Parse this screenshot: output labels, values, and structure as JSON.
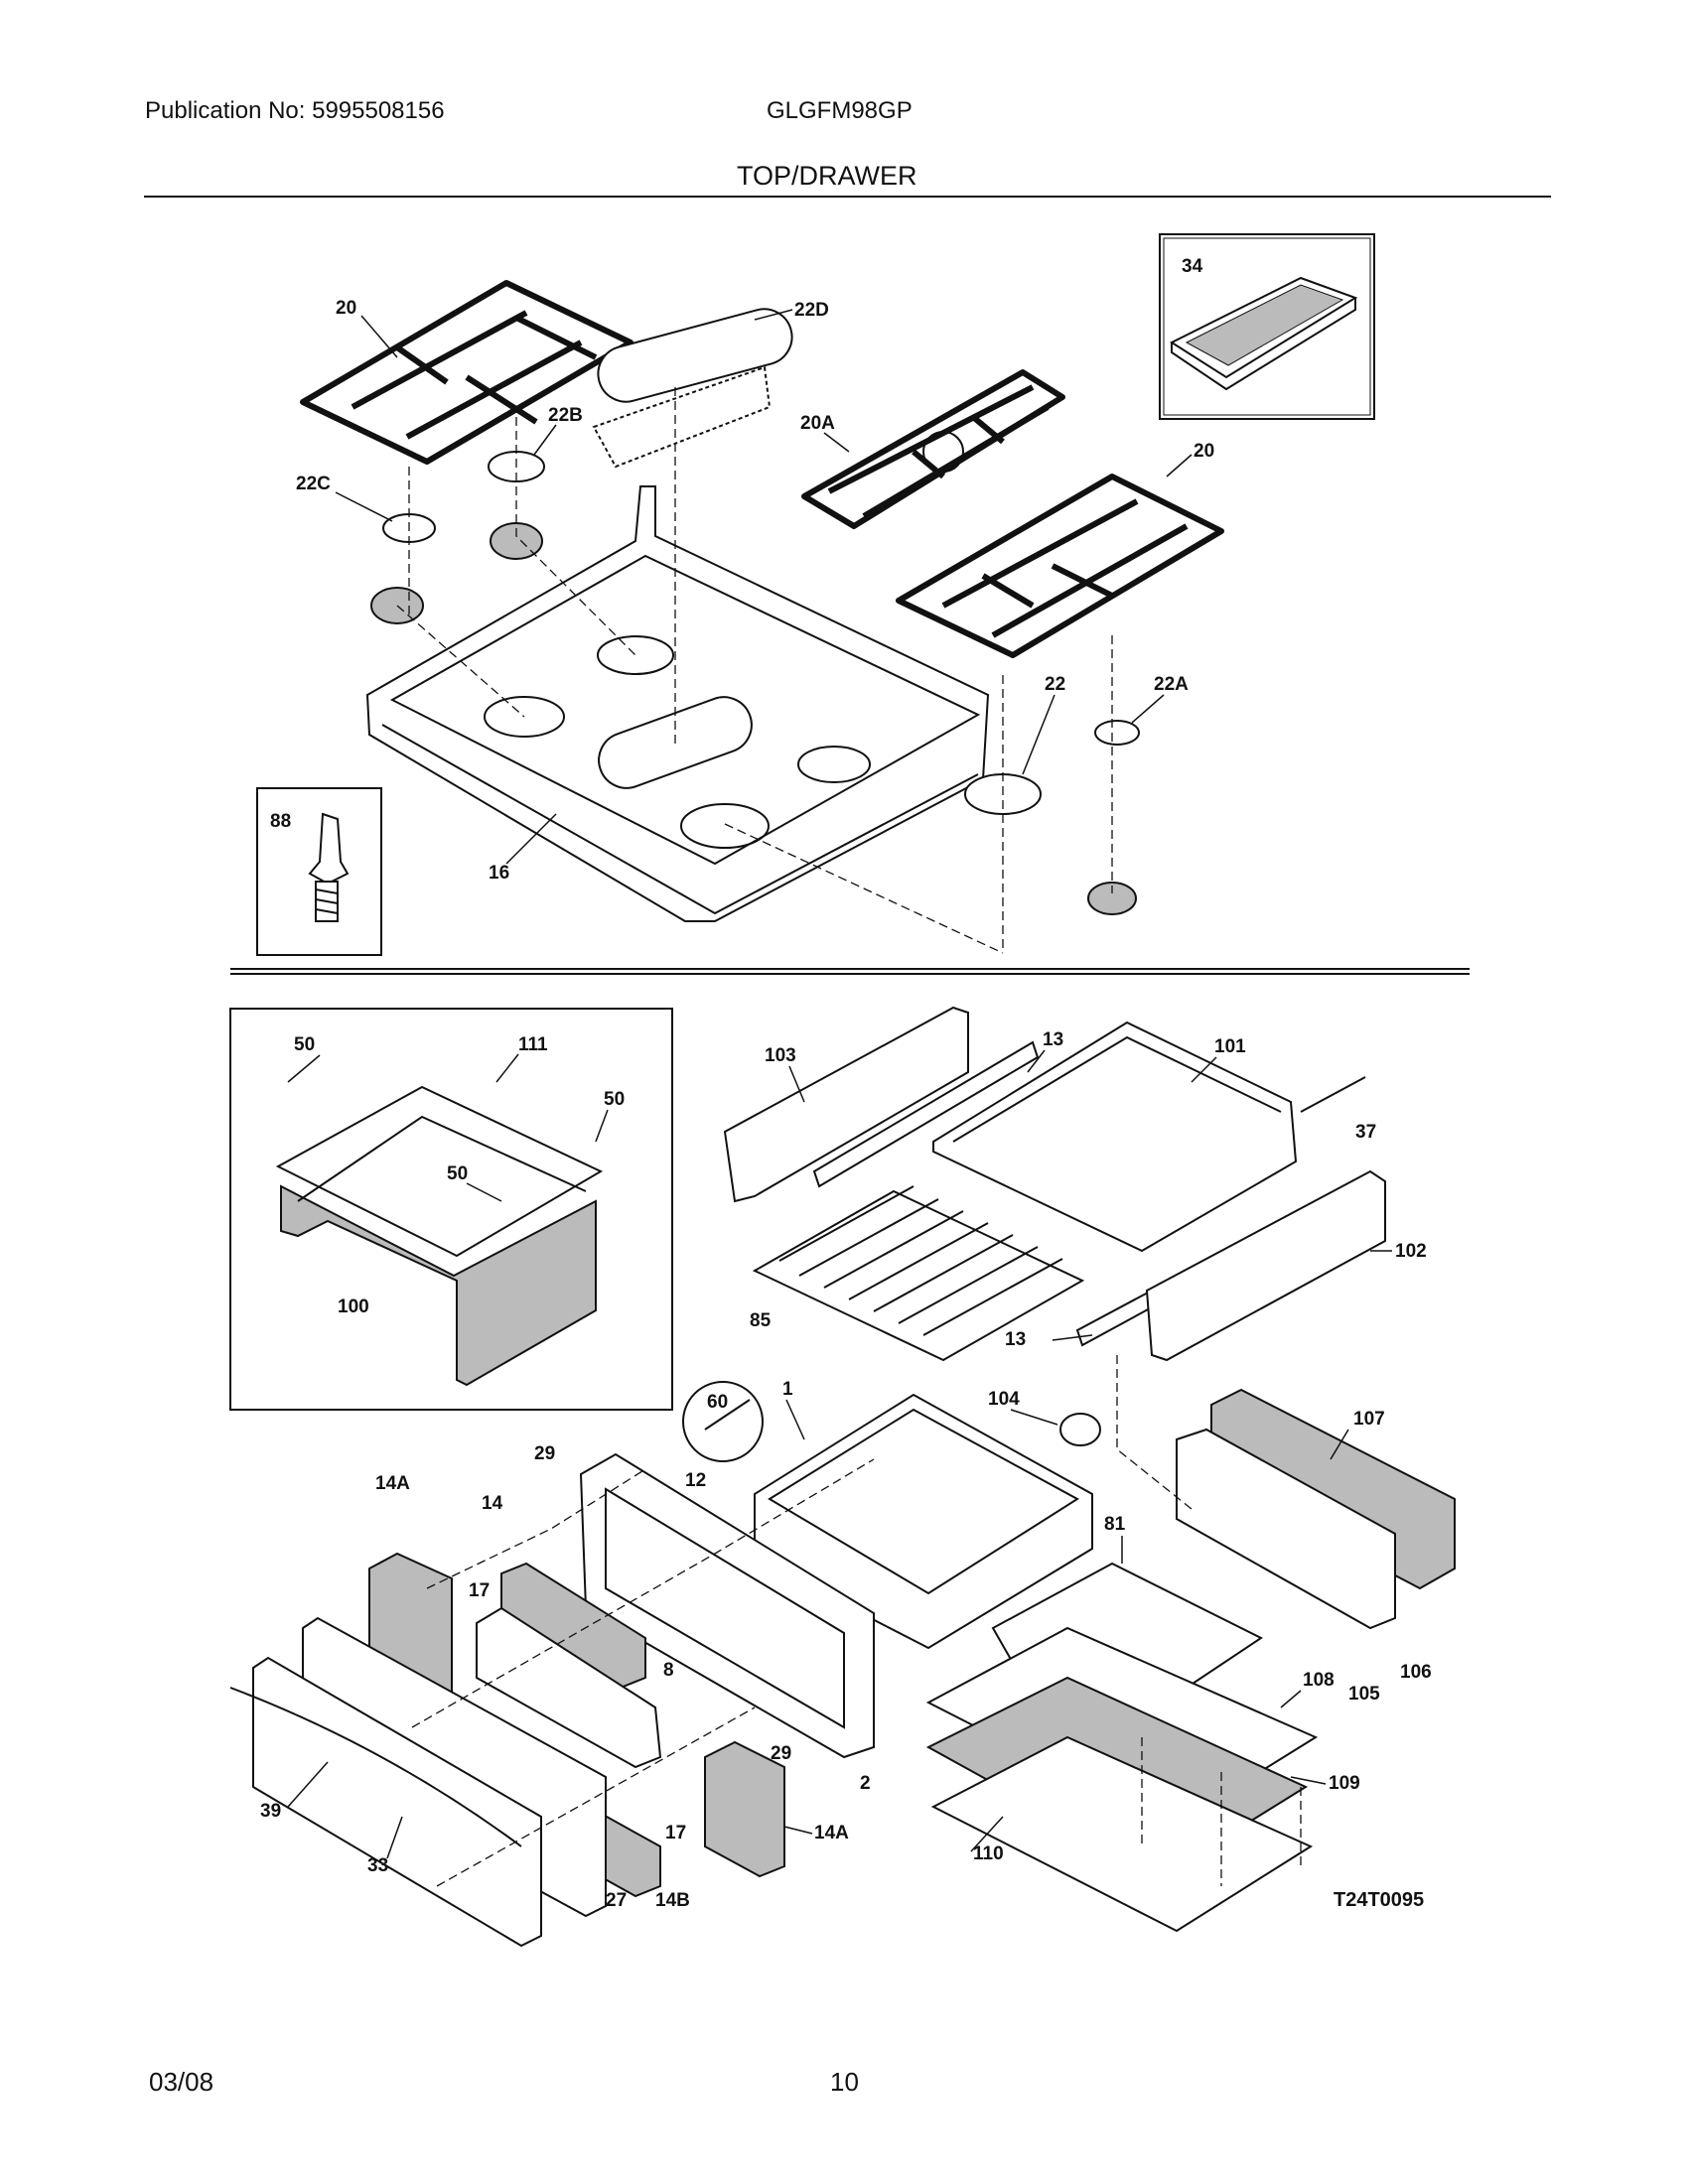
{
  "header": {
    "publication": "Publication No: 5995508156",
    "model": "GLGFM98GP",
    "section": "TOP/DRAWER"
  },
  "footer": {
    "date": "03/08",
    "page": "10"
  },
  "diagram_code": "T24T0095",
  "callouts": {
    "c20a": "20",
    "c22d": "22D",
    "c34": "34",
    "c22b": "22B",
    "c20A": "20A",
    "c22c": "22C",
    "c20b": "20",
    "c22": "22",
    "c22A": "22A",
    "c88": "88",
    "c16": "16",
    "c50a": "50",
    "c111": "111",
    "c50b": "50",
    "c50c": "50",
    "c100": "100",
    "c103": "103",
    "c13a": "13",
    "c101": "101",
    "c37": "37",
    "c102": "102",
    "c85": "85",
    "c13b": "13",
    "c60": "60",
    "c1": "1",
    "c104": "104",
    "c107": "107",
    "c29a": "29",
    "c14A1": "14A",
    "c14": "14",
    "c12": "12",
    "c81": "81",
    "c17a": "17",
    "c8": "8",
    "c106": "106",
    "c105": "105",
    "c108": "108",
    "c29b": "29",
    "c2": "2",
    "c109": "109",
    "c39": "39",
    "c17b": "17",
    "c14A2": "14A",
    "c33": "33",
    "c110": "110",
    "c27": "27",
    "c14B": "14B"
  }
}
